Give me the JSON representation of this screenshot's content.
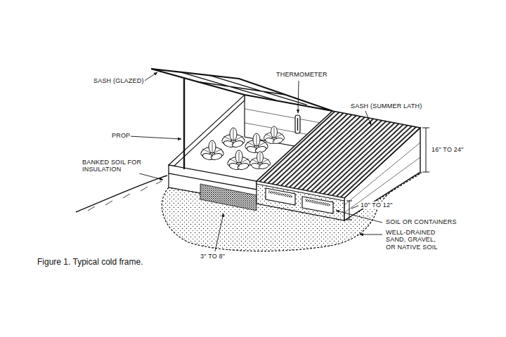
{
  "diagram": {
    "caption": "Figure 1. Typical cold frame.",
    "labels": [
      "SASH (GLAZED)",
      "THERMOMETER",
      "SASH (SUMMER LATH)",
      "PROP",
      "BANKED SOIL FOR INSULATION",
      "16\" TO 24\"",
      "10\" TO 12\"",
      "SOIL OR CONTAINERS",
      "WELL-DRAINED SAND, GRAVEL, OR NATIVE SOIL",
      "3\" TO 8\""
    ]
  }
}
